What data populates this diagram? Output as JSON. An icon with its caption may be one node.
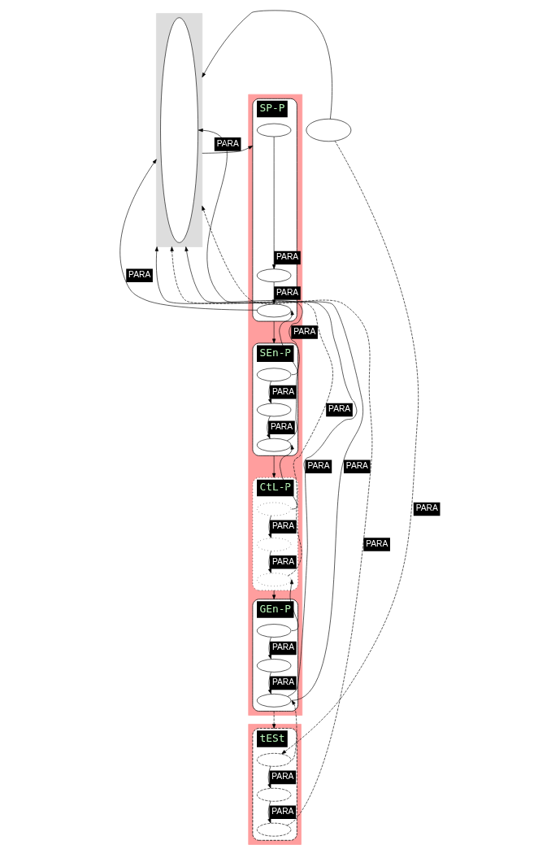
{
  "diagram": {
    "nodes": [
      {
        "text": [],
        "shape": "box"
      },
      {
        "text": [],
        "shape": "ellipse",
        "in": 0
      },
      {
        "text": [],
        "shape": "ellipse"
      },
      {
        "text": [],
        "shape": "box"
      },
      {
        "text": [
          "SP-P"
        ],
        "in": 3
      },
      {
        "text": [],
        "shape": "ellipse",
        "in": 4
      },
      {
        "text": [],
        "shape": "ellipse",
        "in": 4
      },
      {
        "text": [],
        "shape": "ellipse",
        "in": 4
      },
      {
        "text": [
          "SEn-P"
        ],
        "in": 3
      },
      {
        "text": [],
        "shape": "ellipse",
        "in": 8
      },
      {
        "text": [],
        "shape": "ellipse",
        "in": 8
      },
      {
        "text": [],
        "shape": "ellipse",
        "in": 8
      },
      {
        "text": [
          "CtL-P"
        ],
        "in": 3
      },
      {
        "text": [],
        "shape": "ellipse",
        "in": 12
      },
      {
        "text": [],
        "shape": "ellipse",
        "in": 12
      },
      {
        "text": [],
        "shape": "ellipse",
        "in": 12
      },
      {
        "text": [
          "GEn-P"
        ],
        "in": 3
      },
      {
        "text": [],
        "shape": "ellipse",
        "in": 16
      },
      {
        "text": [],
        "shape": "ellipse",
        "in": 16
      },
      {
        "text": [],
        "shape": "ellipse",
        "in": 16
      },
      {
        "text": [],
        "shape": "box"
      },
      {
        "text": [
          "tESt"
        ],
        "in": 20
      },
      {
        "text": [],
        "shape": "ellipse",
        "in": 21
      },
      {
        "text": [],
        "shape": "ellipse",
        "in": 21
      },
      {
        "text": [],
        "shape": "ellipse",
        "in": 21
      }
    ],
    "edges": [
      {
        "from": 0,
        "to": 4,
        "arrow": "to",
        "label": "PARA"
      },
      {
        "from": 5,
        "to": 6,
        "arrow": "to",
        "label": "PARA"
      },
      {
        "from": 6,
        "to": 7,
        "arrow": "to",
        "label": "PARA"
      },
      {
        "from": 7,
        "to": 0,
        "arrow": "to",
        "label": "PARA"
      },
      {
        "from": 4,
        "to": 8,
        "arrow": "to"
      },
      {
        "from": 8,
        "to": 4,
        "arrow": "to"
      },
      {
        "from": 9,
        "to": 10,
        "arrow": "to",
        "label": "PARA"
      },
      {
        "from": 10,
        "to": 11,
        "arrow": "to",
        "label": "PARA"
      },
      {
        "from": 11,
        "to": 0,
        "arrow": "to",
        "label": "PARA"
      },
      {
        "from": 8,
        "to": 12,
        "arrow": "to"
      },
      {
        "from": 12,
        "to": 8,
        "arrow": "to"
      },
      {
        "from": 13,
        "to": 14,
        "arrow": "to",
        "label": "PARA"
      },
      {
        "from": 14,
        "to": 15,
        "arrow": "to",
        "label": "PARA"
      },
      {
        "from": 15,
        "to": 0,
        "arrow": "to",
        "label": "PARA",
        "style": "dashed"
      },
      {
        "from": 12,
        "to": 16,
        "arrow": "to"
      },
      {
        "from": 16,
        "to": 12,
        "arrow": "to"
      },
      {
        "from": 17,
        "to": 18,
        "arrow": "to",
        "label": "PARA"
      },
      {
        "from": 18,
        "to": 19,
        "arrow": "to",
        "label": "PARA"
      },
      {
        "from": 19,
        "to": 0,
        "arrow": "to",
        "label": "PARA"
      },
      {
        "from": 3,
        "to": 0,
        "arrow": "to",
        "label": "PARA"
      },
      {
        "from": 16,
        "to": 21,
        "arrow": "to",
        "style": "dashed"
      },
      {
        "from": 21,
        "to": 16,
        "arrow": "to",
        "style": "dashed"
      },
      {
        "from": 22,
        "to": 23,
        "arrow": "to",
        "label": "PARA"
      },
      {
        "from": 23,
        "to": 24,
        "arrow": "to",
        "label": "PARA"
      },
      {
        "from": 24,
        "to": 0,
        "arrow": "to",
        "label": "PARA",
        "style": "dashed"
      },
      {
        "from": 2,
        "to": 0,
        "arrow": "to"
      },
      {
        "from": 2,
        "to": 22,
        "arrow": "to",
        "label": "PARA",
        "style": "dashed"
      }
    ]
  }
}
